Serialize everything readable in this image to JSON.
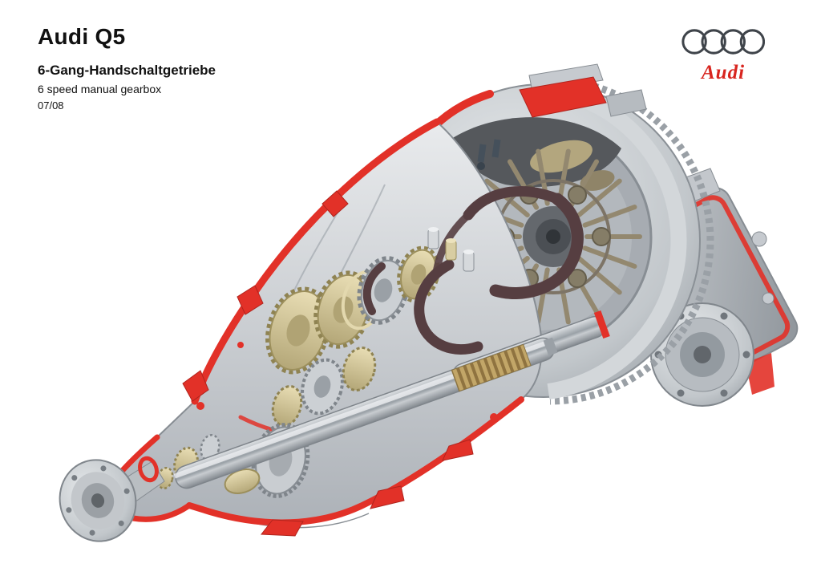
{
  "page": {
    "background": "#ffffff"
  },
  "header": {
    "title": "Audi Q5",
    "subtitle_de": "6-Gang-Handschaltgetriebe",
    "subtitle_en": "6 speed manual gearbox",
    "date": "07/08"
  },
  "brand": {
    "logo_text": "Audi",
    "logo_color": "#d8251f",
    "rings_color": "#3f444a"
  },
  "illustration": {
    "alt": "Cutaway technical illustration of the Audi Q5 6-speed manual gearbox, sectioned surfaces highlighted in red",
    "colors": {
      "cut_red": "#e23128",
      "metal_light": "#eceef0",
      "metal_mid": "#b6babf",
      "metal_dark": "#8d9298",
      "gear_brass": "#d6c89c",
      "fork_maroon": "#563e41",
      "bolt_slate": "#45505b"
    }
  }
}
